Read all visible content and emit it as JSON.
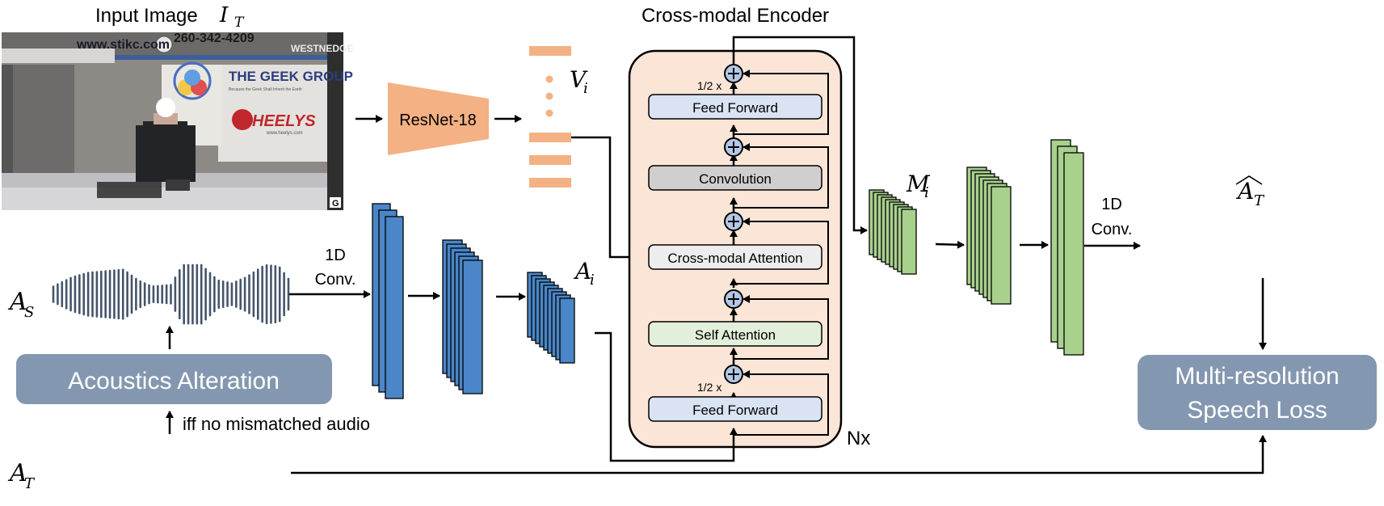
{
  "input_image": {
    "label": "Input Image",
    "symbol": "I",
    "symbol_sub": "T",
    "photo_texts": {
      "phone": "260-342-4209",
      "url": "www.stikc.com",
      "brand_group": "THE GEEK GROUP",
      "tagline": "Because the Geek Shall Inherit the Earth",
      "brand_heelys": "HEELYS",
      "heelys_url": "www.heelys.com",
      "westnedge": "WESTNEDGE",
      "corner": "G"
    }
  },
  "resnet": {
    "label": "ResNet-18"
  },
  "visual_features": {
    "symbol": "V",
    "sub": "i"
  },
  "encoder": {
    "title": "Cross-modal Encoder",
    "repeat": "Nx",
    "half_top": "1/2 x",
    "half_bottom": "1/2 x",
    "blocks": {
      "ff_top": "Feed Forward",
      "conv": "Convolution",
      "cross": "Cross-modal Attention",
      "self": "Self Attention",
      "ff_bottom": "Feed Forward"
    }
  },
  "audio_source": {
    "symbol": "A",
    "sub": "S"
  },
  "audio_target": {
    "symbol": "A",
    "sub": "T"
  },
  "audio_features": {
    "symbol": "A",
    "sub": "i"
  },
  "fused_features": {
    "symbol": "M",
    "sub": "i"
  },
  "output_audio": {
    "symbol": "A",
    "sub": "T"
  },
  "conv_left": {
    "line1": "1D",
    "line2": "Conv."
  },
  "conv_right": {
    "line1": "1D",
    "line2": "Conv."
  },
  "acoustics": {
    "label": "Acoustics Alteration",
    "note": "iff no mismatched audio"
  },
  "loss": {
    "line1": "Multi-resolution",
    "line2": "Speech Loss"
  },
  "colors": {
    "blue_block": "#4a86c8",
    "green_block": "#a9d18e",
    "orange": "#f4b183",
    "encoder_bg": "#fbe5d6",
    "gray_box": "#8497b0",
    "ff_box": "#dae3f3",
    "conv_box": "#d0cece",
    "self_box": "#e2efda",
    "plus_circle": "#b4c7e7"
  }
}
